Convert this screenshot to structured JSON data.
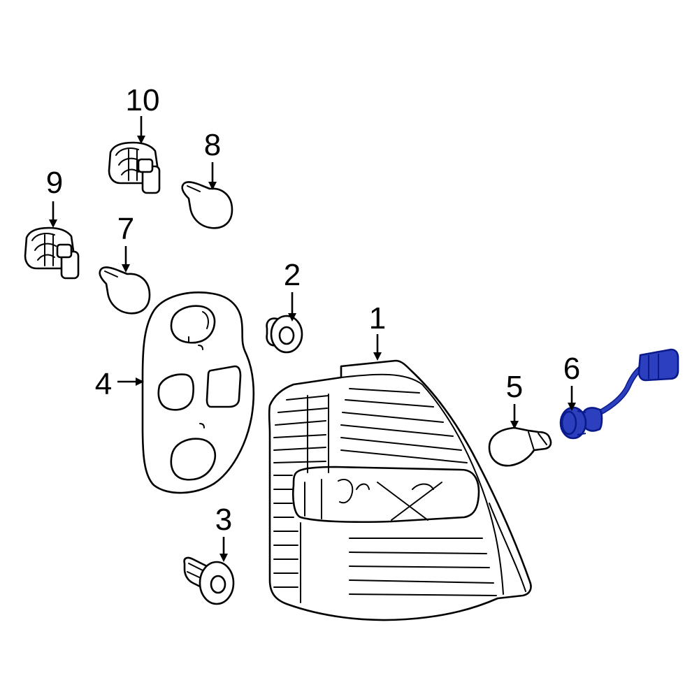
{
  "callouts": [
    {
      "id": "1",
      "label": "1"
    },
    {
      "id": "2",
      "label": "2"
    },
    {
      "id": "3",
      "label": "3"
    },
    {
      "id": "4",
      "label": "4"
    },
    {
      "id": "5",
      "label": "5"
    },
    {
      "id": "6",
      "label": "6"
    },
    {
      "id": "7",
      "label": "7"
    },
    {
      "id": "8",
      "label": "8"
    },
    {
      "id": "9",
      "label": "9"
    },
    {
      "id": "10",
      "label": "10"
    }
  ],
  "colors": {
    "line": "#000000",
    "highlight_fill": "#2b3fbf",
    "highlight_stroke": "#0a1a8a",
    "background": "#ffffff"
  }
}
